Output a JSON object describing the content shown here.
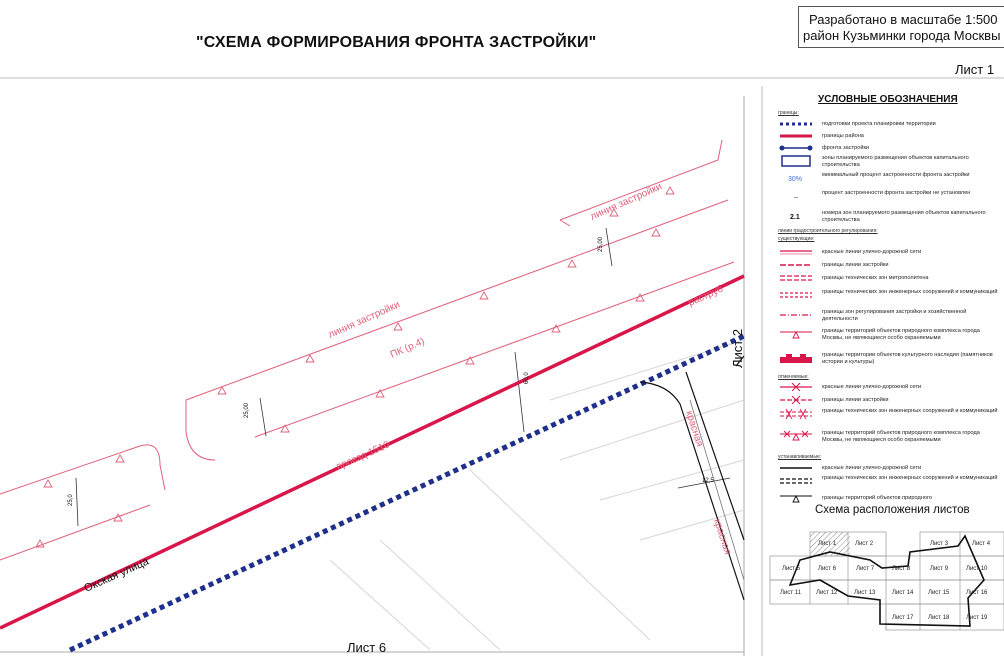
{
  "header": {
    "title": "\"СХЕМА ФОРМИРОВАНИЯ ФРОНТА ЗАСТРОЙКИ\"",
    "scale_line1": "Разработано в масштабе 1:500",
    "scale_line2": "район Кузьминки города Москвы",
    "sheet_top": "Лист 1"
  },
  "map": {
    "street_label": "Окская улица",
    "passage_label": "проезд 1510",
    "pk_label": "ПК (р.4)",
    "bell_label": "раструб",
    "building_line_1": "линия застройки",
    "building_line_2": "линия застройки",
    "red_line_1": "красная",
    "red_line_2": "красная",
    "dim_1": "25,00",
    "dim_2": "25,00",
    "dim_3": "25,0",
    "dim_4": "60,0",
    "dim_5": "12,5",
    "sheet_right": "Лист 2",
    "sheet_bottom": "Лист 6"
  },
  "legend": {
    "title": "УСЛОВНЫЕ ОБОЗНАЧЕНИЯ",
    "section_boundaries": "границы:",
    "section_urban": "линии градостроительного регулирования:",
    "section_existing": "существующие:",
    "section_cancelled": "отменяемые:",
    "section_planned": "устанавливаемые:",
    "items_top": [
      {
        "symbol": "blue-dotted-line",
        "text": "подготовки проекта планировки территории"
      },
      {
        "symbol": "red-thick-line",
        "text": "границы района"
      },
      {
        "symbol": "blue-dot-line",
        "text": "фронта застройки"
      },
      {
        "symbol": "blue-rect",
        "text": "зоны планируемого размещения объектов капитального строительства"
      },
      {
        "symbol": "percent-30",
        "text": "минимальный процент застроенности фронта застройки",
        "label": "30%"
      },
      {
        "symbol": "dash",
        "text": "процент застроенности фронта застройки не установлен",
        "label": "–"
      },
      {
        "symbol": "zone-number",
        "text": "номера зон планируемого размещения объектов капитального строительства",
        "label": "2.1"
      }
    ],
    "items_existing": [
      {
        "symbol": "red-line",
        "text": "красные линии улично-дорожной сети"
      },
      {
        "symbol": "red-dashed",
        "text": "границы линии застройки"
      },
      {
        "symbol": "red-double-dashed",
        "text": "границы технических зон метрополитена"
      },
      {
        "symbol": "red-double-dashed-2",
        "text": "границы технических зон инженерных сооружений и коммуникаций"
      },
      {
        "symbol": "red-dash-dot",
        "text": "границы зон регулирования застройки и хозяйственной деятельности"
      },
      {
        "symbol": "red-triangle",
        "text": "границы территорий объектов природного комплекса города Москвы, не являющиеся особо охраняемыми"
      },
      {
        "symbol": "red-castle",
        "text": "границы территории объектов культурного наследия (памятников истории и культуры)"
      }
    ],
    "items_cancelled": [
      {
        "symbol": "red-cross-line",
        "text": "красные линии улично-дорожной сети"
      },
      {
        "symbol": "red-cross-line-2",
        "text": "границы линии застройки"
      },
      {
        "symbol": "red-cross-double",
        "text": "границы технических зон инженерных сооружений и коммуникаций"
      },
      {
        "symbol": "red-cross-triangle",
        "text": "границы территорий объектов природного комплекса города Москвы, не являющиеся особо охраняемыми"
      }
    ],
    "items_planned": [
      {
        "symbol": "black-line",
        "text": "красные линии улично-дорожной сети"
      },
      {
        "symbol": "black-double-dashed",
        "text": "границы технических зон инженерных сооружений и коммуникаций"
      },
      {
        "symbol": "black-triangle",
        "text": "границы территорий объектов природного"
      }
    ]
  },
  "layout": {
    "title": "Схема расположения листов",
    "cells": [
      "Лист 1",
      "Лист 2",
      "Лист 3",
      "Лист 4",
      "Лист 5",
      "Лист 6",
      "Лист 7",
      "Лист 8",
      "Лист 9",
      "Лист 10",
      "Лист 11",
      "Лист 12",
      "Лист 13",
      "Лист 14",
      "Лист 15",
      "Лист 16",
      "Лист 17",
      "Лист 18",
      "Лист 19"
    ]
  },
  "colors": {
    "red": "#d9164a",
    "blue": "#1e2f8c",
    "pink_line": "#e0607a",
    "grey": "#9a9a9a"
  }
}
